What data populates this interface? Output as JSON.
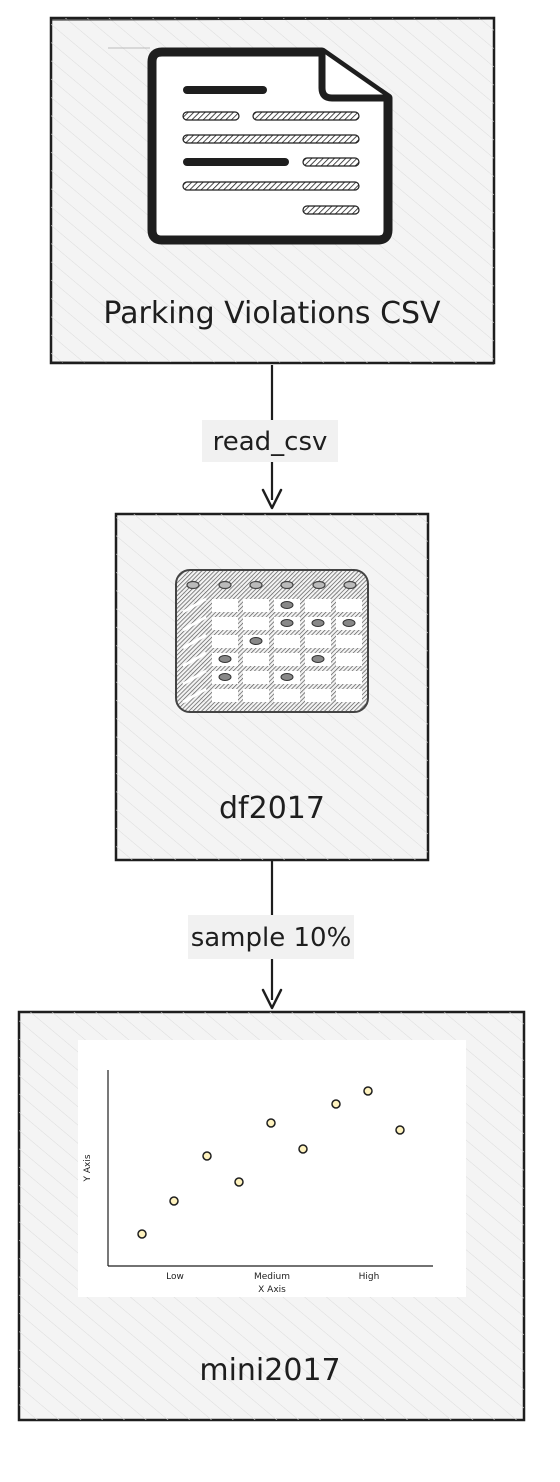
{
  "nodes": [
    {
      "id": "csv",
      "label": "Parking Violations CSV",
      "icon": "document-icon"
    },
    {
      "id": "df2017",
      "label": "df2017",
      "icon": "table-grid-icon"
    },
    {
      "id": "mini2017",
      "label": "mini2017",
      "icon": "scatter-plot-icon"
    }
  ],
  "edges": [
    {
      "from": "csv",
      "to": "df2017",
      "label": "read_csv"
    },
    {
      "from": "df2017",
      "to": "mini2017",
      "label": "sample 10%"
    }
  ],
  "thumbnail_chart": {
    "xlabel": "X Axis",
    "ylabel": "Y Axis",
    "x_ticks": [
      "Low",
      "Medium",
      "High"
    ],
    "point_color": "#fff3bf"
  },
  "colors": {
    "stroke": "#1e1e1e",
    "box_fill": "#f4f4f4",
    "label_bg": "#f1f1f1"
  }
}
